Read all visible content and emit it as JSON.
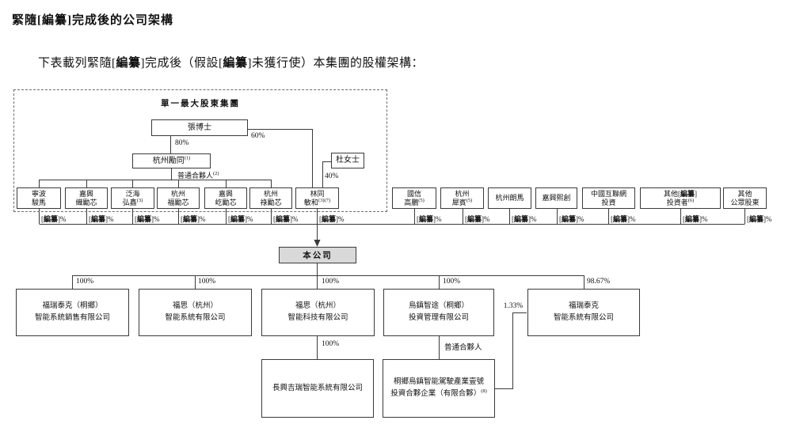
{
  "page": {
    "heading": "緊隨[編纂]完成後的公司架構",
    "intro": {
      "s1": "下表載列緊隨[",
      "b1": "編纂",
      "s2": "]完成後（假設[",
      "b2": "編纂",
      "s3": "]未獲行使）本集團的股權架構："
    }
  },
  "redacted": {
    "open": "[",
    "word": "編纂",
    "close_pct": "]%"
  },
  "group": {
    "title": "單一最大股東集團"
  },
  "persons": {
    "zhang": "張博士",
    "du": "杜女士"
  },
  "gp1": {
    "name": "杭州勵同",
    "sup": "(1)"
  },
  "gp_note": {
    "text": "普通合夥人",
    "sup": "(2)"
  },
  "gp_label2": "普通合夥人",
  "pct": {
    "p80": "80%",
    "p60": "60%",
    "p40": "40%",
    "p100": "100%",
    "p9867": "98.67%",
    "p133": "1.33%"
  },
  "holders": [
    {
      "line1": "寧波",
      "line2": "駿馬"
    },
    {
      "line1": "嘉興",
      "line2": "織勵芯"
    },
    {
      "line1": "泛海",
      "line2": "弘鑫",
      "sup": "(3)"
    },
    {
      "line1": "杭州",
      "line2": "福勵芯"
    },
    {
      "line1": "嘉興",
      "line2": "屹勵芯"
    },
    {
      "line1": "杭州",
      "line2": "祿勵芯"
    },
    {
      "line1": "林同",
      "line2": "敏和",
      "sup": "(3)(7)"
    },
    {
      "line1": "國信",
      "line2": "高鵬",
      "sup": "(5)"
    },
    {
      "line1": "杭州",
      "line2": "犀賓",
      "sup": "(5)"
    },
    {
      "line1": "杭州朗馬"
    },
    {
      "line1": "嘉興熙創"
    },
    {
      "line1": "中國互聯網",
      "line2": "投資"
    },
    {
      "pre": "其他[",
      "post": "]",
      "line2": "投資者",
      "sup": "(6)"
    },
    {
      "line1": "其他",
      "line2": "公眾股東"
    }
  ],
  "company": "本公司",
  "subs": [
    {
      "line1": "福瑞泰克（桐鄉）",
      "line2": "智能系統銷售有限公司"
    },
    {
      "line1": "福思（杭州）",
      "line2": "智能系統有限公司"
    },
    {
      "line1": "福思（杭州）",
      "line2": "智能科技有限公司"
    },
    {
      "line1": "烏鎮智途（桐鄉）",
      "line2": "投資管理有限公司"
    },
    {
      "line1": "福瑞泰克",
      "line2": "智能系統有限公司"
    }
  ],
  "subs2": [
    {
      "line1": "長興吉瑞智能系統有限公司"
    },
    {
      "line1": "桐鄉烏鎮智能駕駛產業壹號",
      "line2": "投資合夥企業（有限合夥）",
      "sup": "(8)"
    }
  ]
}
